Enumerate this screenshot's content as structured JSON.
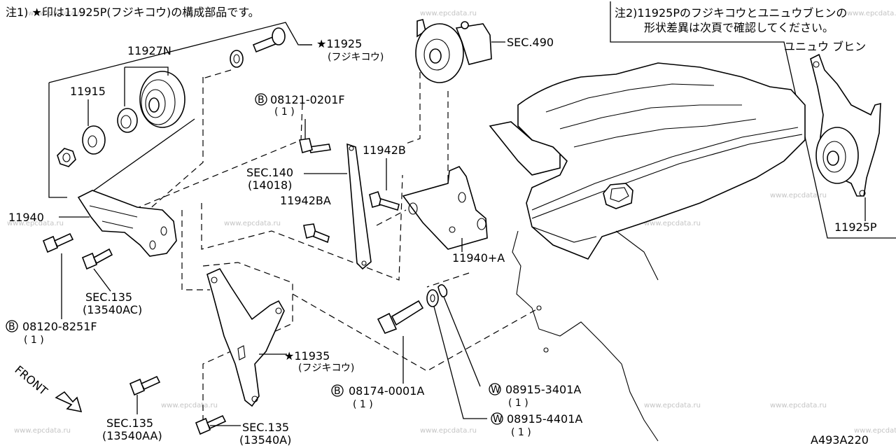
{
  "notes": {
    "note1": "注1) ★印は11925P(フジキコウ)の構成部品です。",
    "note2_line1": "注2)11925Pのフジキコウとユニュウブヒンの",
    "note2_line2": "形状差異は次頁で確認してください。",
    "inset_title": "ユニュウ ブヒン"
  },
  "labels": {
    "p11927N": "11927N",
    "p11915": "11915",
    "p11925": "★11925",
    "p11925_sub": "(フジキコウ)",
    "sec490": "SEC.490",
    "b08121": "08121-0201F",
    "b08121_qty": "( 1 )",
    "p11942B": "11942B",
    "sec140": "SEC.140",
    "sec140_sub": "(14018)",
    "p11942BA": "11942BA",
    "p11940": "11940",
    "p11940A": "11940+A",
    "sec135_ac": "SEC.135",
    "sec135_ac_sub": "(13540AC)",
    "b08120": "08120-8251F",
    "b08120_qty": "( 1 )",
    "p11935": "★11935",
    "p11935_sub": "(フジキコウ)",
    "b08174": "08174-0001A",
    "b08174_qty": "( 1 )",
    "w08915_3401": "08915-3401A",
    "w08915_3401_qty": "( 1 )",
    "w08915_4401": "08915-4401A",
    "w08915_4401_qty": "( 1 )",
    "sec135_aa": "SEC.135",
    "sec135_aa_sub": "(13540AA)",
    "sec135_a": "SEC.135",
    "sec135_a_sub": "(13540A)",
    "p11925P": "11925P",
    "front": "FRONT",
    "diagram_code": "A493A220",
    "circle_b": "B",
    "circle_w": "W"
  },
  "watermark": "www.epcdata.ru"
}
